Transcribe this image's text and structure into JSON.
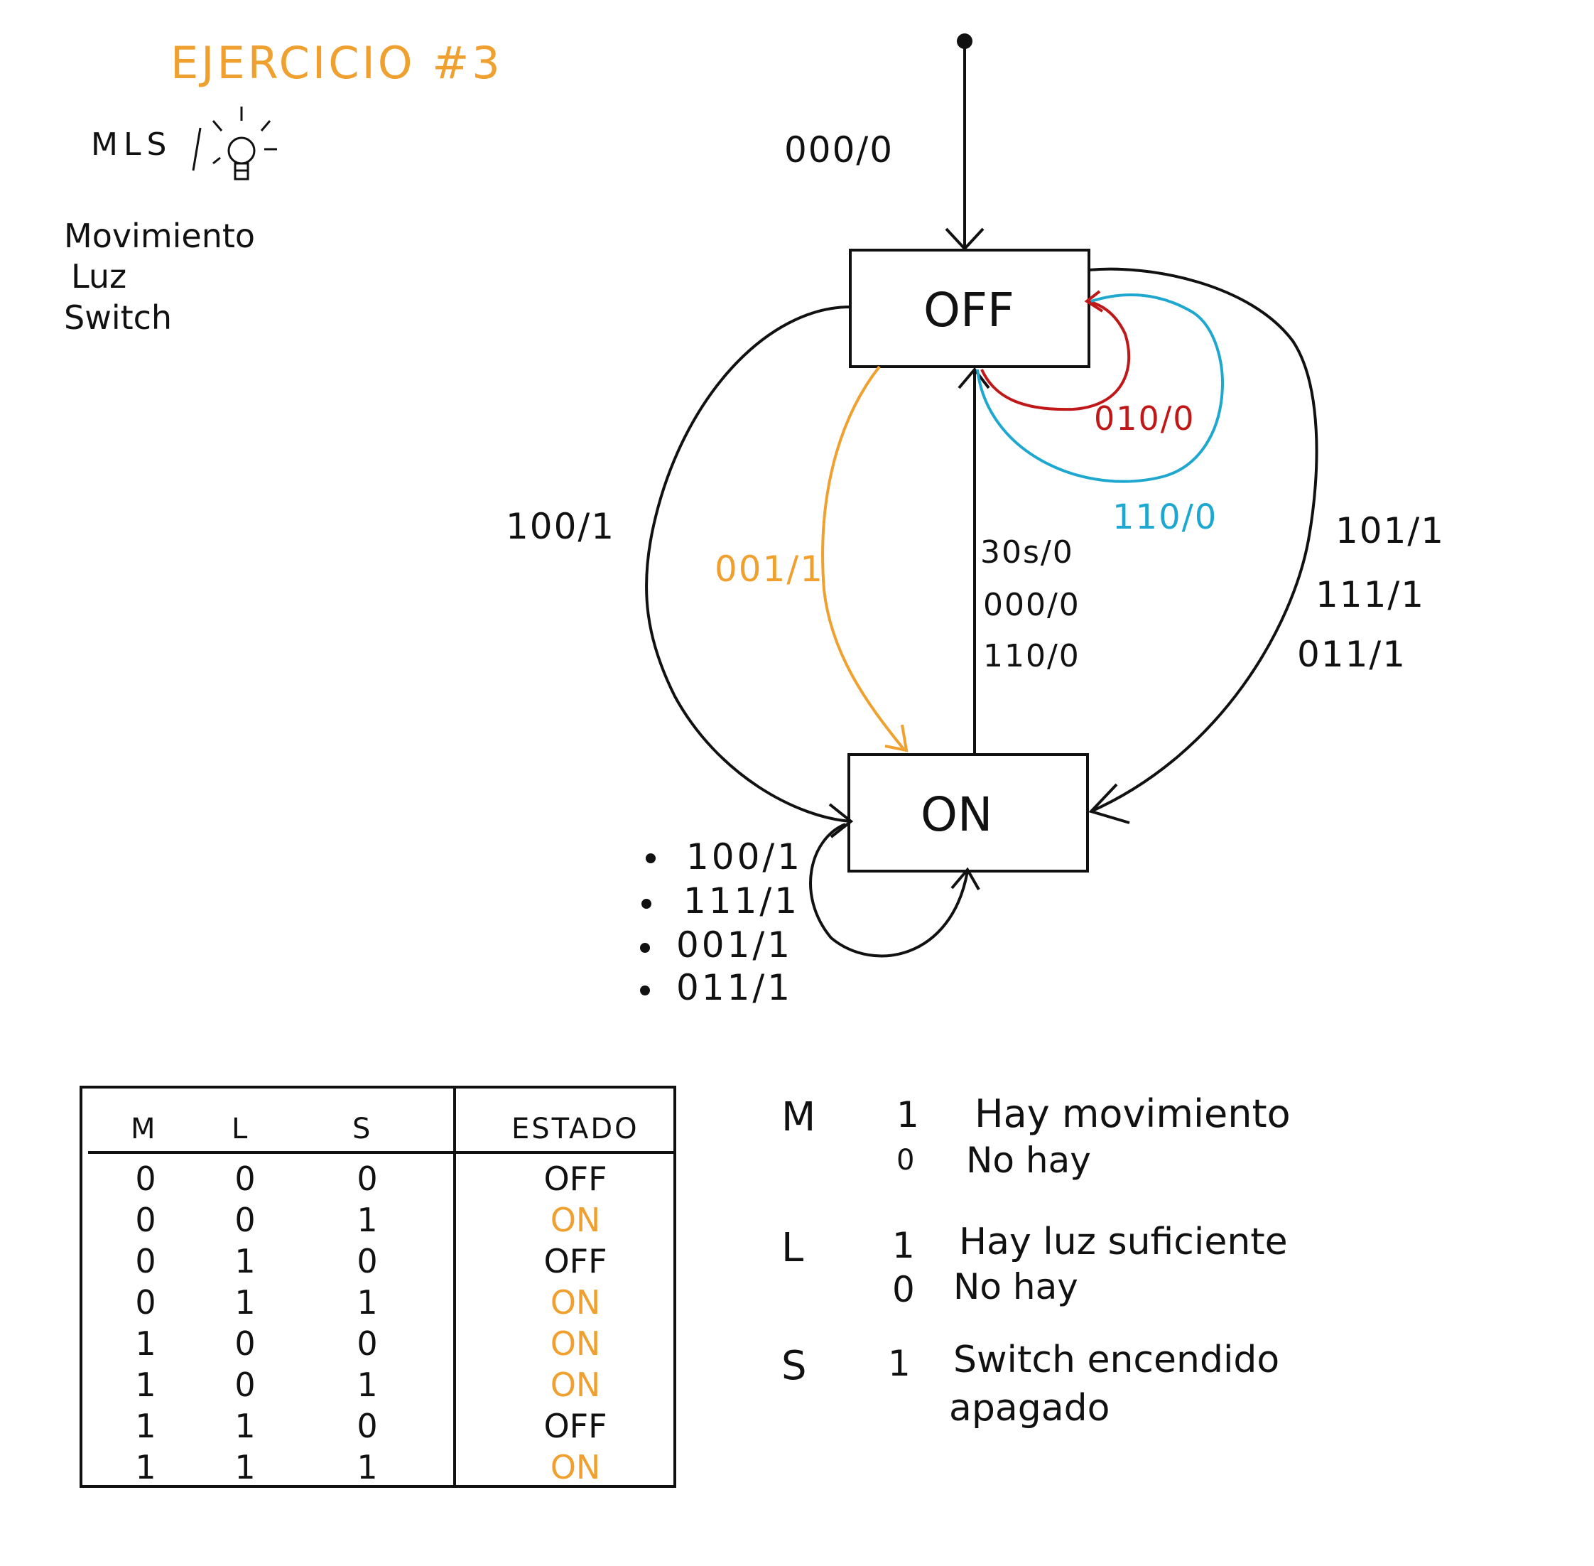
{
  "title": "EJERCICIO #3",
  "header_vars": "MLS",
  "legend": {
    "words": [
      "Movimiento",
      "Luz",
      "Switch"
    ]
  },
  "diagram": {
    "states": {
      "off": "OFF",
      "on": "ON"
    },
    "initial_label": "000/0",
    "off_to_on_left": "100/1",
    "off_to_on_orange": "001/1",
    "on_to_off_center": [
      "30s/0",
      "000/0",
      "110/0"
    ],
    "off_self_red": "010/0",
    "off_self_blue": "110/0",
    "off_to_on_right": [
      "101/1",
      "111/1",
      "011/1"
    ],
    "on_self": [
      "100/1",
      "111/1",
      "001/1",
      "011/1"
    ],
    "colors": {
      "orange": "#EFA02F",
      "red": "#C01818",
      "blue": "#1EA8D0",
      "ink": "#111111"
    }
  },
  "truth_table": {
    "headers": [
      "M",
      "L",
      "S",
      "ESTADO"
    ],
    "rows": [
      [
        "0",
        "0",
        "0",
        "OFF"
      ],
      [
        "0",
        "0",
        "1",
        "ON"
      ],
      [
        "0",
        "1",
        "0",
        "OFF"
      ],
      [
        "0",
        "1",
        "1",
        "ON"
      ],
      [
        "1",
        "0",
        "0",
        "ON"
      ],
      [
        "1",
        "0",
        "1",
        "ON"
      ],
      [
        "1",
        "1",
        "0",
        "OFF"
      ],
      [
        "1",
        "1",
        "1",
        "ON"
      ]
    ]
  },
  "descriptions": [
    {
      "var": "M",
      "one": "1",
      "one_text": "Hay movimiento",
      "zero": "0",
      "zero_text": "No hay"
    },
    {
      "var": "L",
      "one": "1",
      "one_text": "Hay luz suficiente",
      "zero": "0",
      "zero_text": "No hay"
    },
    {
      "var": "S",
      "one": "1",
      "one_text": "Switch encendido",
      "zero": "",
      "zero_text": "apagado"
    }
  ]
}
